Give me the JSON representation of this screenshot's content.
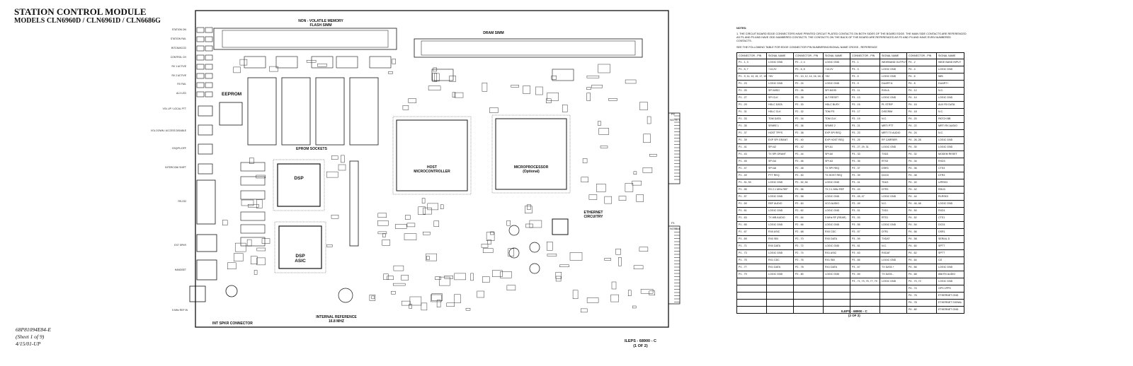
{
  "header": {
    "title": "STATION CONTROL MODULE",
    "models": "MODELS CLN6960D / CLN6961D / CLN6686G"
  },
  "footer": {
    "doc_number": "68P81094E84-E",
    "sheet": "(Sheet 1 of 9)",
    "date": "4/15/01-UP"
  },
  "board": {
    "left_labels": [
      "STATION ON",
      "STATION FAIL",
      "INTCM/ACCD",
      "CONTROL CH",
      "RX 1 ACTIVE",
      "RX 2 ACTIVE",
      "RX FAIL",
      "ALX LED",
      "VOL UP / LOCAL PTT",
      "VOL DOWN / ACCESS DISABLE",
      "CSQ/PL/OFF",
      "INTERCOM/ SHIFT",
      "RS-232",
      "EXT SPKR",
      "HANDSET",
      "5 MHz REF IN"
    ],
    "labels": {
      "nvm": "NON - VOLATILE MEMORY",
      "flash": "FLASH SIMM",
      "dram": "DRAM SIMM",
      "eeprom": "EEPROM",
      "eprom_sockets": "EPROM SOCKETS",
      "dsp": "DSP",
      "dsp_asic_1": "DSP",
      "dsp_asic_2": "ASIC",
      "host_1": "HOST",
      "host_2": "MICROCONTROLLER",
      "micro_1": "MICROPROCESSOR",
      "micro_2": "(Optional)",
      "ethernet_1": "ETHERNET",
      "ethernet_2": "CIRCUITRY",
      "int_ref_1": "INTERNAL REFERENCE",
      "int_ref_2": "16.8 MHZ",
      "int_spkr": "INT SPKR CONNECTOR",
      "note1_top": "NOTE 1",
      "note1_bottom": "NOTE 1",
      "p2": "P2",
      "p1": "P1"
    },
    "reference": "ILEPS - 68900 - C",
    "reference_sheet": "(1 OF 2)"
  },
  "notes": {
    "heading": "NOTES:",
    "note1": "1.   THE CIRCUIT BOARD EDGE CONNECTORS HAVE PRINTED CIRCUIT PLATED CONTACTS ON BOTH SIDES OF THE BOARD EDGE. THE MAIN SIDE CONTACTS ARE REFERENCED AS P1 AND P3 AND HAVE ODD NUMBERED CONTACTS. THE CONTACTS ON THE BACK OF THE BOARD ARE REFERENCED AS P2 AND P4 AND HAVE EVEN NUMBERED CONTACTS.",
    "table_intro": "SEE THE FOLLOWING TABLE FOR EDGE CONNECTOR PIN NUMBERING/SIGNAL NAME CROSS - REFERENCE"
  },
  "pin_table": {
    "headers": [
      "CONNECTOR - PIN",
      "SIGNAL NAME",
      "CONNECTOR - PIN",
      "SIGNAL NAME",
      "CONNECTOR - PIN",
      "SIGNAL NAME",
      "CONNECTOR - PIN",
      "SIGNAL NAME"
    ],
    "rows": [
      [
        "P1 - 1, 3",
        "LOGIC GND",
        "P2 - 2, 4",
        "LOGIC GND",
        "P3 - 1",
        "WIDEBAND OUTPUT",
        "P4 - 2",
        "WIDE BAND INPUT"
      ],
      [
        "P1 - 5, 7",
        "+14.2V",
        "P2 - 6, 8",
        "+14.2V",
        "P3 - 3",
        "LOGIC GND",
        "P4 - 4",
        "LOGIC GND"
      ],
      [
        "P1 - 9, 11, 13, 15, 17, 19, 21",
        "+5V",
        "P2 - 10, 12, 14, 16, 18, 20, 22",
        "+5V",
        "P3 - 5",
        "LOGIC GND",
        "P4 - 6",
        "WB\\"
      ],
      [
        "P1 - 23",
        "LOGIC GND",
        "P2 - 24",
        "LOGIC GND",
        "P3 - 9",
        "DUART A",
        "P4 - 8",
        "DUART+"
      ],
      [
        "P1 - 25",
        "SPI MISO",
        "P2 - 26",
        "SPI MOSI",
        "P3 - 11",
        "RXN A",
        "P4 - 12",
        "N.C."
      ],
      [
        "P1 - 27",
        "SPI CLK",
        "P2 - 28",
        "ALT RESET",
        "P3 - 13",
        "LOGIC GND",
        "P4 - 14",
        "LOGIC GND"
      ],
      [
        "P1 - 29",
        "HDLC DATA",
        "P2 - 30",
        "HDLC BUSY",
        "P3 - 15",
        "PL STRIP",
        "P4 - 16",
        "AUX RX DATA"
      ],
      [
        "P1 - 31",
        "HDLC CLK",
        "P2 - 32",
        "TDM FS",
        "P3 - 17",
        "DISCRIM",
        "P4 - 18",
        "N.C."
      ],
      [
        "P1 - 33",
        "TDM DATA",
        "P2 - 34",
        "TDM CLK",
        "P3 - 19",
        "N.C.",
        "P4 - 20",
        "PATCH BB"
      ],
      [
        "P1 - 35",
        "SPARE 1",
        "P2 - 36",
        "SPARE 2",
        "P3 - 21",
        "MRTI PTT",
        "P4 - 22",
        "MRTI RX AUDIO"
      ],
      [
        "P1 - 37",
        "HOST TPFS",
        "P2 - 38",
        "EXP SPI REQ",
        "P3 - 23",
        "MRTI TX AUDIO",
        "P4 - 24",
        "N.C."
      ],
      [
        "P1 - 39",
        "EXP SPI GRANT",
        "P2 - 40",
        "EXP HOST REQ",
        "P3 - 25",
        "RF CARRIER",
        "P4 - 26, 28",
        "LOGIC GND"
      ],
      [
        "P1 - 41",
        "SPI A2",
        "P2 - 42",
        "SPI A1",
        "P3 - 27, 29, 31",
        "LOGIC GND",
        "P4 - 30",
        "LOGIC GND"
      ],
      [
        "P1 - 43",
        "TX SPI GRANT",
        "P2 - 44",
        "SPI A0",
        "P3 - 33",
        "TXD3",
        "P4 - 32",
        "MODEM RESET"
      ],
      [
        "P1 - 45",
        "SPI A4",
        "P2 - 46",
        "SPI A3",
        "P3 - 35",
        "RTS3",
        "P4 - 34",
        "RXD3"
      ],
      [
        "P1 - 47",
        "SPI A6",
        "P2 - 48",
        "TX SPI REQ",
        "P3 - 37",
        "DSR3",
        "P4 - 36",
        "CTS3"
      ],
      [
        "P1 - 49",
        "PTT REQ",
        "P2 - 50",
        "TX HOST REQ",
        "P3 - 39",
        "DCD3",
        "P4 - 38",
        "DTR3"
      ],
      [
        "P1 - 51, 53",
        "LOGIC GND",
        "P2 - 52, 54",
        "LOGIC GND",
        "P3 - 41",
        "TDU3",
        "P4 - 40",
        "U/RSK3"
      ],
      [
        "P1 - 55",
        "RX 2.1 MHz REF",
        "P2 - 56",
        "TX 2.1 MHz REF",
        "P3 - 43",
        "DTR3",
        "P4 - 42",
        "RDU3"
      ],
      [
        "P1 - 57",
        "LOGIC GND",
        "P2 - 58",
        "LOGIC GND",
        "P3 - 45, 47",
        "LOGIC GND",
        "P4 - 44",
        "RLRSK3"
      ],
      [
        "P1 - 59",
        "REF AUDIO",
        "P2 - 60",
        "VCO AUDIO",
        "P3 - 49",
        "N.C.",
        "P4 - 46, 48",
        "LOGIC GND"
      ],
      [
        "P1 - 61",
        "LOGIC GND",
        "P2 - 62",
        "LOGIC GND",
        "P3 - 51",
        "TXD1",
        "P4 - 50",
        "RXD1"
      ],
      [
        "P1 - 63",
        "TX WB AUDIO",
        "P2 - 64",
        "5 MHz RF (REAR)",
        "P3 - 53",
        "RTS1",
        "P4 - 52",
        "CTS1"
      ],
      [
        "P1 - 65",
        "LOGIC GND",
        "P2 - 66",
        "LOGIC GND",
        "P3 - 55",
        "LOGIC GND",
        "P4 - 54",
        "DCD1"
      ],
      [
        "P1 - 67",
        "RX0 ASIC",
        "P2 - 68",
        "RX0 CDC",
        "P3 - 57",
        "DTR1",
        "P4 - 56",
        "DSR1"
      ],
      [
        "P1 - 69",
        "RX0 SBI",
        "P2 - 70",
        "RX0 DATA",
        "P3 - 59",
        "TXDAT",
        "P4 - 58",
        "SERIAL D"
      ],
      [
        "P1 - 71",
        "RX0 DATA",
        "P2 - 72",
        "LOGIC GND",
        "P3 - 61",
        "N.C.",
        "P4 - 60",
        "SPTT"
      ],
      [
        "P1 - 73",
        "LOGIC GND",
        "P2 - 74",
        "RX1 ASIC",
        "P3 - 63",
        "RXDAT",
        "P4 - 62",
        "SPTT"
      ],
      [
        "P1 - 75",
        "RX1 CDC",
        "P2 - 76",
        "RX1 SBI",
        "P3 - 65",
        "LOGIC GND",
        "P4 - 64",
        "CD"
      ],
      [
        "P1 - 77",
        "RX1 DATA",
        "P2 - 78",
        "RX1 DATA",
        "P3 - 67",
        "TX DATA +",
        "P4 - 66",
        "LOGIC GND"
      ],
      [
        "P1 - 79",
        "LOGIC GND",
        "P2 - 80",
        "LOGIC GND",
        "P3 - 69",
        "TX DATA -",
        "P4 - 68",
        "858 RX AUDIO"
      ],
      [
        "",
        "",
        "",
        "",
        "P3 - 71, 73, 75, 77, 79",
        "LOGIC GND",
        "P4 - 70, 72",
        "LOGIC GND"
      ],
      [
        "",
        "",
        "",
        "",
        "",
        "",
        "P4 - 74",
        "GPS 1PPS"
      ],
      [
        "",
        "",
        "",
        "",
        "",
        "",
        "P4 - 76",
        "ETHERNET GND"
      ],
      [
        "",
        "",
        "",
        "",
        "",
        "",
        "P4 - 78",
        "ETHERNET SIGNAL"
      ],
      [
        "",
        "",
        "",
        "",
        "",
        "",
        "P4 - 80",
        "ETHERNET GND"
      ]
    ],
    "reference": "ILEPS - 68900 - C",
    "reference_sheet": "(2 OF 2)"
  }
}
